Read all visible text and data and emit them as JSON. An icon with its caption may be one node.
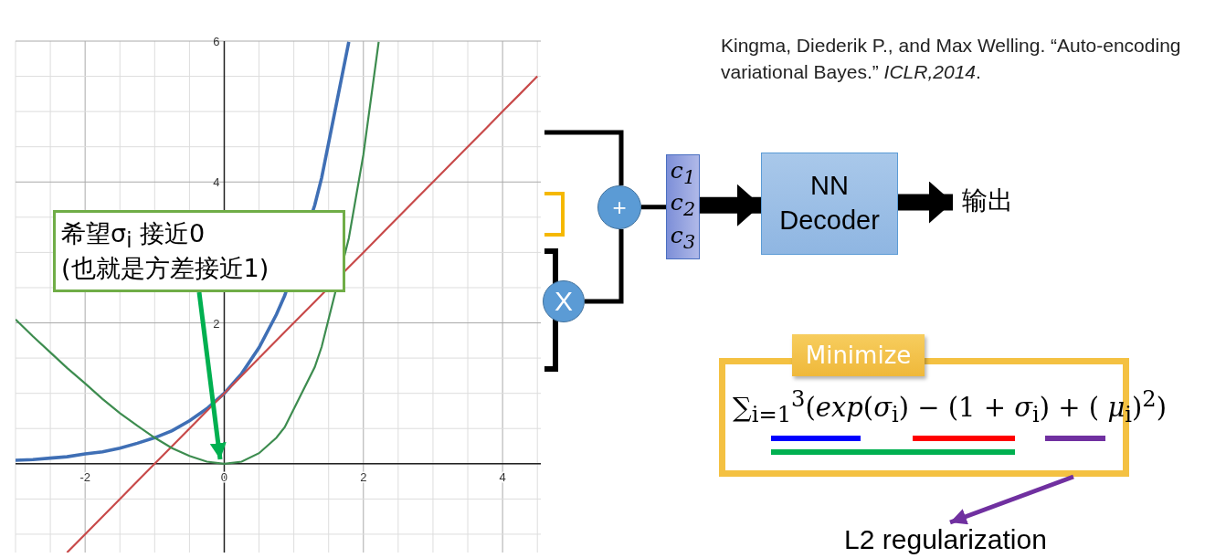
{
  "diagram": {
    "nodes": [
      {
        "text": [
          "希望σ$_{i}$ 接近0",
          "(也就是方差接近1)"
        ]
      },
      {
        "text": [],
        "shape": "box"
      },
      {
        "text": [
          "+"
        ]
      },
      {
        "text": [
          "X"
        ]
      },
      {
        "text": [
          "*c*$_{1}$ *c*$_{2}$ *c*$_{3}$"
        ]
      },
      {
        "text": [
          "NN Decoder"
        ]
      },
      {
        "text": [
          "输出"
        ]
      },
      {
        "text": [
          "Minimize",
          "∑$_{i=1}$$^{3}$(*exp*(*σ*$_{i}$) − (1 + *σ*$_{i}$) + ( *μ*$_{i}$)$^{2}$)"
        ]
      },
      {
        "text": [
          "L2 regularization"
        ]
      }
    ],
    "edges": [
      {
        "from": 0,
        "to": null,
        "arrow": "to",
        "color": "#00b050"
      },
      {
        "from": null,
        "to": 2,
        "arrow": "none"
      },
      {
        "from": 3,
        "to": 2,
        "arrow": "none"
      },
      {
        "from": 2,
        "to": 4,
        "arrow": "none"
      },
      {
        "from": 4,
        "to": 5,
        "arrow": "to",
        "style": "thick"
      },
      {
        "from": 5,
        "to": 6,
        "arrow": "to",
        "style": "thick"
      },
      {
        "from": 7,
        "to": 8,
        "arrow": "to",
        "color": "#7030a0"
      }
    ],
    "labels": [
      "Kingma, Diederik P., and Max Welling. “Auto-encoding variational Bayes.” *ICLR,2014*."
    ],
    "chart_data": {
      "type": "line",
      "x": [
        -3,
        -2.75,
        -2.5,
        -2.26,
        -2,
        -1.75,
        -1.5,
        -1.25,
        -1,
        -0.75,
        -0.5,
        -0.25,
        0,
        0.25,
        0.5,
        0.75,
        0.87,
        1.3,
        1.4,
        1.79,
        2,
        2.22,
        2.5,
        2.75,
        3,
        3.25,
        3.5,
        3.75,
        4,
        4.25,
        4.5
      ],
      "series": [
        {
          "color": "#3f6fb5",
          "values": [
            0.05,
            0.06,
            0.08,
            0.1,
            0.14,
            0.17,
            0.22,
            0.29,
            0.37,
            0.47,
            0.61,
            0.78,
            1,
            1.28,
            1.65,
            2.12,
            2.39,
            3.67,
            4.06,
            5.99,
            null,
            null,
            null,
            null,
            null,
            null,
            null,
            null,
            null,
            null,
            null
          ]
        },
        {
          "color": "#c84a4a",
          "values": [
            null,
            null,
            null,
            -1.26,
            -1,
            -0.75,
            -0.5,
            -0.25,
            0,
            0.25,
            0.5,
            0.75,
            1,
            1.25,
            1.5,
            1.75,
            1.87,
            2.3,
            2.4,
            2.79,
            3,
            3.22,
            3.5,
            3.75,
            4,
            4.25,
            4.5,
            4.75,
            5,
            5.25,
            5.5
          ]
        },
        {
          "color": "#3d8c4f",
          "values": [
            2.05,
            1.81,
            1.58,
            1.36,
            1.14,
            0.92,
            0.72,
            0.54,
            0.37,
            0.22,
            0.11,
            0.03,
            0,
            0.03,
            0.15,
            0.37,
            0.52,
            1.37,
            1.66,
            3.2,
            4.39,
            5.99,
            null,
            null,
            null,
            null,
            null,
            null,
            null,
            null,
            null
          ]
        }
      ],
      "grid": true,
      "xlim": [
        -3,
        4.55
      ],
      "ylim": [
        -1.26,
        6
      ],
      "xticks": [
        -2,
        0,
        2,
        4
      ],
      "yticks": [
        2,
        4,
        6
      ]
    }
  }
}
